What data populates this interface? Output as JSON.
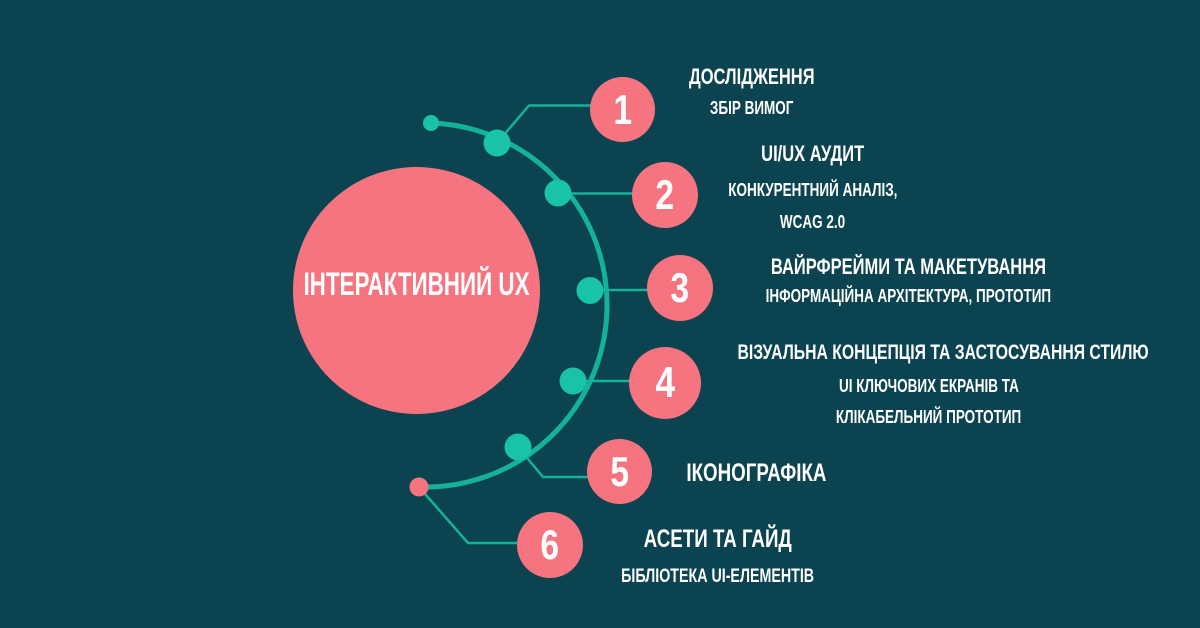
{
  "colors": {
    "background": "#0B4450",
    "accent_pink": "#F6747F",
    "accent_teal": "#18C3A7",
    "connector_teal": "#14B299",
    "text": "#FFFFFF"
  },
  "center": {
    "label": "ІНТЕРАКТИВНИЙ UX"
  },
  "steps": [
    {
      "number": "1",
      "title": "ДОСЛІДЖЕННЯ",
      "subtitle_lines": [
        "ЗБІР ВИМОГ"
      ]
    },
    {
      "number": "2",
      "title": "UI/UX АУДИТ",
      "subtitle_lines": [
        "КОНКУРЕНТНИЙ АНАЛІЗ,",
        "WCAG 2.0"
      ]
    },
    {
      "number": "3",
      "title": "ВАЙРФРЕЙМИ ТА МАКЕТУВАННЯ",
      "subtitle_lines": [
        "ІНФОРМАЦІЙНА АРХІТЕКТУРА, ПРОТОТИП"
      ]
    },
    {
      "number": "4",
      "title": "ВІЗУАЛЬНА КОНЦЕПЦІЯ ТА ЗАСТОСУВАННЯ СТИЛЮ",
      "subtitle_lines": [
        "UI КЛЮЧОВИХ ЕКРАНІВ ТА",
        "КЛІКАБЕЛЬНИЙ ПРОТОТИП"
      ]
    },
    {
      "number": "5",
      "title": "ІКОНОГРАФІКА",
      "subtitle_lines": []
    },
    {
      "number": "6",
      "title": "АСЕТИ ТА ГАЙД",
      "subtitle_lines": [
        "БІБЛІОТЕКА UI-ЕЛЕМЕНТІВ"
      ]
    }
  ]
}
